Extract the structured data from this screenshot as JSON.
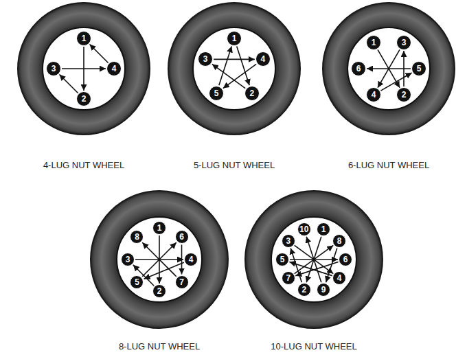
{
  "diagram": {
    "nodes": [
      {
        "text": [
          "4-LUG NUT WHEEL"
        ]
      },
      {
        "text": [
          "1"
        ],
        "in": 0
      },
      {
        "text": [
          "2"
        ],
        "in": 0
      },
      {
        "text": [
          "3"
        ],
        "in": 0
      },
      {
        "text": [
          "4"
        ],
        "in": 0
      },
      {
        "text": [
          "5-LUG NUT WHEEL"
        ]
      },
      {
        "text": [
          "1"
        ],
        "in": 5
      },
      {
        "text": [
          "2"
        ],
        "in": 5
      },
      {
        "text": [
          "3"
        ],
        "in": 5
      },
      {
        "text": [
          "4"
        ],
        "in": 5
      },
      {
        "text": [
          "5"
        ],
        "in": 5
      },
      {
        "text": [
          "6-LUG NUT WHEEL"
        ]
      },
      {
        "text": [
          "1"
        ],
        "in": 11
      },
      {
        "text": [
          "2"
        ],
        "in": 11
      },
      {
        "text": [
          "3"
        ],
        "in": 11
      },
      {
        "text": [
          "4"
        ],
        "in": 11
      },
      {
        "text": [
          "5"
        ],
        "in": 11
      },
      {
        "text": [
          "6"
        ],
        "in": 11
      },
      {
        "text": [
          "8-LUG NUT WHEEL"
        ]
      },
      {
        "text": [
          "1"
        ],
        "in": 18
      },
      {
        "text": [
          "2"
        ],
        "in": 18
      },
      {
        "text": [
          "3"
        ],
        "in": 18
      },
      {
        "text": [
          "4"
        ],
        "in": 18
      },
      {
        "text": [
          "5"
        ],
        "in": 18
      },
      {
        "text": [
          "6"
        ],
        "in": 18
      },
      {
        "text": [
          "7"
        ],
        "in": 18
      },
      {
        "text": [
          "8"
        ],
        "in": 18
      },
      {
        "text": [
          "10-LUG NUT WHEEL"
        ]
      },
      {
        "text": [
          "1"
        ],
        "in": 27
      },
      {
        "text": [
          "2"
        ],
        "in": 27
      },
      {
        "text": [
          "3"
        ],
        "in": 27
      },
      {
        "text": [
          "4"
        ],
        "in": 27
      },
      {
        "text": [
          "5"
        ],
        "in": 27
      },
      {
        "text": [
          "6"
        ],
        "in": 27
      },
      {
        "text": [
          "7"
        ],
        "in": 27
      },
      {
        "text": [
          "8"
        ],
        "in": 27
      },
      {
        "text": [
          "9"
        ],
        "in": 27
      },
      {
        "text": [
          "10"
        ],
        "in": 27
      }
    ],
    "edges": [
      {
        "from": 1,
        "to": 2,
        "arrow": "to"
      },
      {
        "from": 2,
        "to": 3,
        "arrow": "to"
      },
      {
        "from": 3,
        "to": 4,
        "arrow": "to"
      },
      {
        "from": 4,
        "to": 1,
        "arrow": "to"
      },
      {
        "from": 6,
        "to": 7,
        "arrow": "to"
      },
      {
        "from": 7,
        "to": 8,
        "arrow": "to"
      },
      {
        "from": 8,
        "to": 9,
        "arrow": "to"
      },
      {
        "from": 9,
        "to": 10,
        "arrow": "to"
      },
      {
        "from": 10,
        "to": 6,
        "arrow": "to"
      },
      {
        "from": 12,
        "to": 13,
        "arrow": "to"
      },
      {
        "from": 13,
        "to": 14,
        "arrow": "to"
      },
      {
        "from": 14,
        "to": 15,
        "arrow": "to"
      },
      {
        "from": 15,
        "to": 16,
        "arrow": "to"
      },
      {
        "from": 16,
        "to": 17,
        "arrow": "to"
      },
      {
        "from": 19,
        "to": 20,
        "arrow": "to"
      },
      {
        "from": 20,
        "to": 21,
        "arrow": "to"
      },
      {
        "from": 21,
        "to": 22,
        "arrow": "to"
      },
      {
        "from": 22,
        "to": 23,
        "arrow": "to"
      },
      {
        "from": 23,
        "to": 24,
        "arrow": "to"
      },
      {
        "from": 24,
        "to": 25,
        "arrow": "to"
      },
      {
        "from": 25,
        "to": 26,
        "arrow": "to"
      },
      {
        "from": 28,
        "to": 29,
        "arrow": "to"
      },
      {
        "from": 29,
        "to": 30,
        "arrow": "to"
      },
      {
        "from": 30,
        "to": 31,
        "arrow": "to"
      },
      {
        "from": 31,
        "to": 32,
        "arrow": "to"
      },
      {
        "from": 32,
        "to": 33,
        "arrow": "to"
      },
      {
        "from": 33,
        "to": 34,
        "arrow": "to"
      },
      {
        "from": 34,
        "to": 35,
        "arrow": "to"
      },
      {
        "from": 35,
        "to": 36,
        "arrow": "to"
      },
      {
        "from": 36,
        "to": 37,
        "arrow": "to"
      }
    ]
  }
}
